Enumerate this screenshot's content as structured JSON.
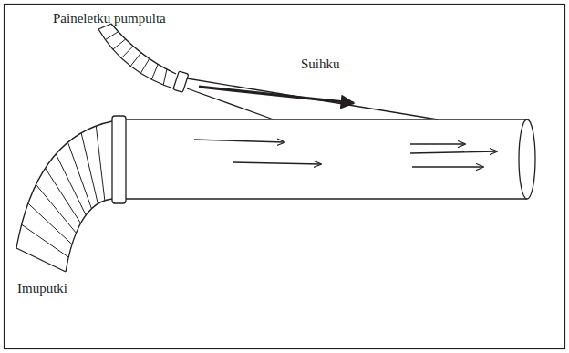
{
  "diagram": {
    "labels": [
      "Paineletku pumpulta",
      "Suihku",
      "Imuputki"
    ]
  }
}
